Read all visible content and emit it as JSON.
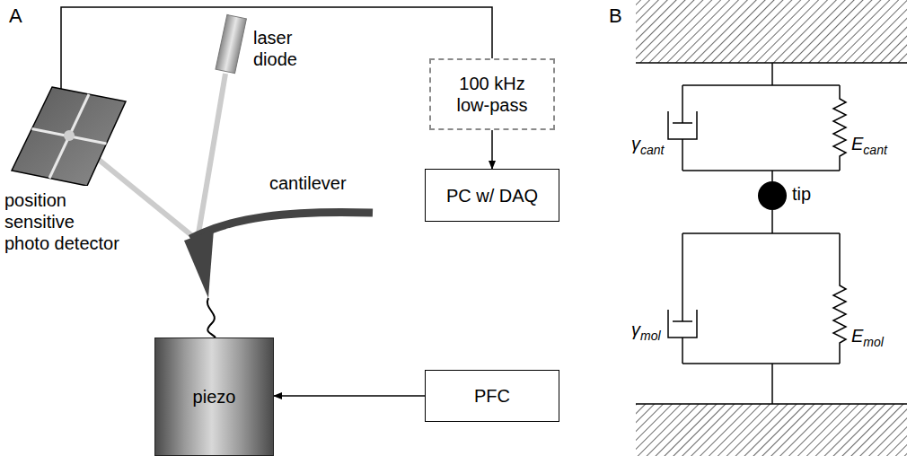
{
  "diagram": {
    "nodes": [
      {
        "text": [
          "position sensitive photo detector"
        ]
      },
      {
        "text": [
          "100 kHz low-pass"
        ]
      },
      {
        "text": [
          "PC w/ DAQ"
        ]
      },
      {
        "text": [
          "piezo"
        ]
      },
      {
        "text": [
          "PFC"
        ]
      }
    ],
    "edges": [
      {
        "from": 0,
        "to": 1,
        "arrow": "none"
      },
      {
        "from": 1,
        "to": 2,
        "arrow": "to"
      },
      {
        "from": 4,
        "to": 3,
        "arrow": "to"
      }
    ],
    "labels": [
      "A",
      "B",
      "laser diode",
      "cantilever",
      "γ",
      "cant",
      "E",
      "cant",
      "tip",
      "γ",
      "mol",
      "E",
      "mol"
    ]
  }
}
